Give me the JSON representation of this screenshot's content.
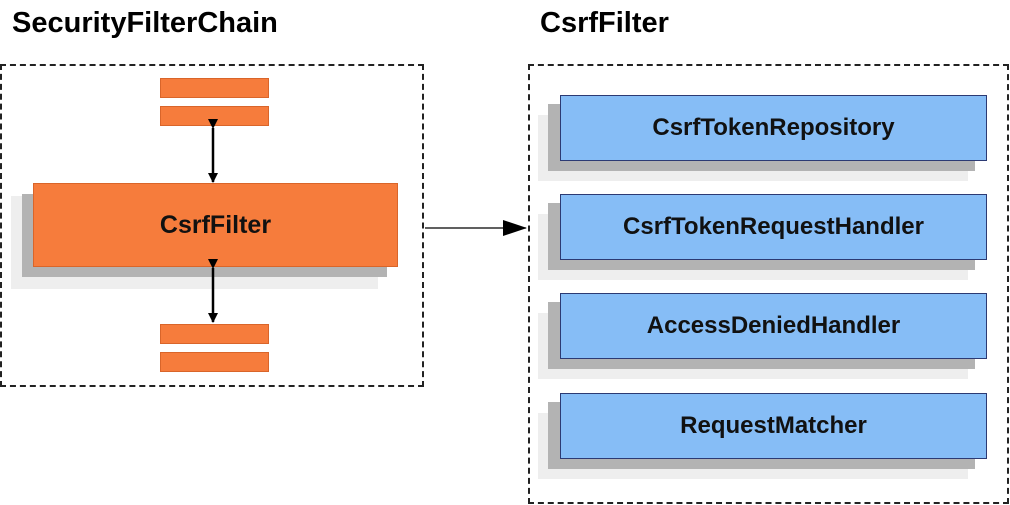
{
  "diagram": {
    "left": {
      "title": "SecurityFilterChain",
      "filter_label": "CsrfFilter"
    },
    "right": {
      "title": "CsrfFilter",
      "components": [
        "CsrfTokenRepository",
        "CsrfTokenRequestHandler",
        "AccessDeniedHandler",
        "RequestMatcher"
      ]
    },
    "colors": {
      "filter_fill": "#f67c3c",
      "component_fill": "#86bdf6",
      "component_border": "#2c3a73",
      "shadow": "#b3b3b3"
    }
  }
}
